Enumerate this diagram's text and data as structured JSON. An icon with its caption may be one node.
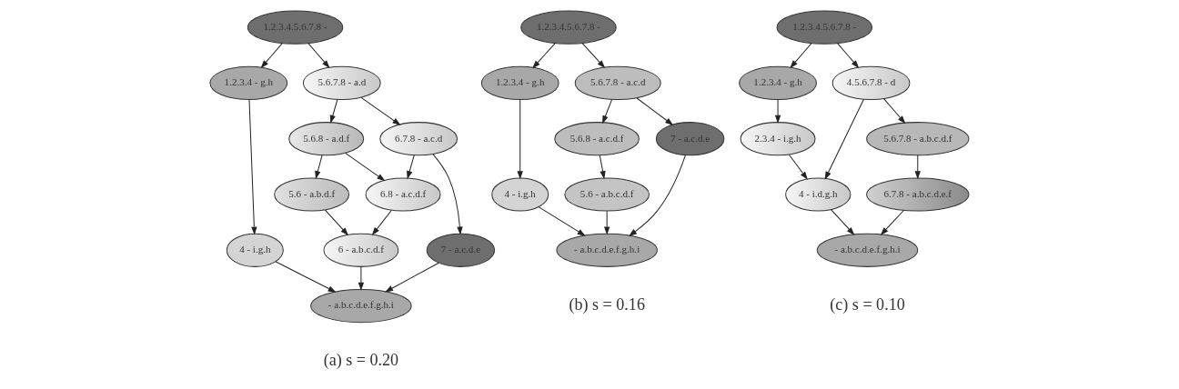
{
  "diagram": {
    "nodes": [
      {
        "text": [
          "1.2.3.4.5.6.7.8 -"
        ]
      },
      {
        "text": [
          "1.2.3.4 - g.h"
        ]
      },
      {
        "text": [
          "5.6.7.8 - a.d"
        ]
      },
      {
        "text": [
          "5.6.8 - a.d.f"
        ]
      },
      {
        "text": [
          "6.7.8 - a.c.d"
        ]
      },
      {
        "text": [
          "5.6 - a.b.d.f"
        ]
      },
      {
        "text": [
          "6.8 - a.c.d.f"
        ]
      },
      {
        "text": [
          "4 - i.g.h"
        ]
      },
      {
        "text": [
          "6 - a.b.c.d.f"
        ]
      },
      {
        "text": [
          "7 - a.c.d.e"
        ]
      },
      {
        "text": [
          "- a.b.c.d.e.f.g.h.i"
        ]
      },
      {
        "text": [
          "1.2.3.4.5.6.7.8 -"
        ]
      },
      {
        "text": [
          "1.2.3.4 - g.h"
        ]
      },
      {
        "text": [
          "5.6.7.8 - a.c.d"
        ]
      },
      {
        "text": [
          "5.6.8 - a.c.d.f"
        ]
      },
      {
        "text": [
          "5.6 - a.b.c.d.f"
        ]
      },
      {
        "text": [
          "4 - i.g.h"
        ]
      },
      {
        "text": [
          "7 - a.c.d.e"
        ]
      },
      {
        "text": [
          "- a.b.c.d.e.f.g.h.i"
        ]
      },
      {
        "text": [
          "1.2.3.4.5.6.7.8 -"
        ]
      },
      {
        "text": [
          "1.2.3.4 - g.h"
        ]
      },
      {
        "text": [
          "4.5.6.7.8 - d"
        ]
      },
      {
        "text": [
          "2.3.4 - i.g.h"
        ]
      },
      {
        "text": [
          "5.6.7.8 - a.b.c.d.f"
        ]
      },
      {
        "text": [
          "4 - i.d.g.h"
        ]
      },
      {
        "text": [
          "6.7.8 - a.b.c.d.e.f"
        ]
      },
      {
        "text": [
          "- a.b.c.d.e.f.g.h.i"
        ]
      }
    ],
    "edges": [
      {
        "from": 0,
        "to": 1,
        "arrow": "to"
      },
      {
        "from": 0,
        "to": 2,
        "arrow": "to"
      },
      {
        "from": 1,
        "to": 7,
        "arrow": "to"
      },
      {
        "from": 2,
        "to": 3,
        "arrow": "to"
      },
      {
        "from": 2,
        "to": 4,
        "arrow": "to"
      },
      {
        "from": 3,
        "to": 5,
        "arrow": "to"
      },
      {
        "from": 3,
        "to": 6,
        "arrow": "to"
      },
      {
        "from": 4,
        "to": 6,
        "arrow": "to"
      },
      {
        "from": 4,
        "to": 9,
        "arrow": "to"
      },
      {
        "from": 5,
        "to": 8,
        "arrow": "to"
      },
      {
        "from": 6,
        "to": 8,
        "arrow": "to"
      },
      {
        "from": 7,
        "to": 10,
        "arrow": "to"
      },
      {
        "from": 8,
        "to": 10,
        "arrow": "to"
      },
      {
        "from": 9,
        "to": 10,
        "arrow": "to"
      },
      {
        "from": 11,
        "to": 12,
        "arrow": "to"
      },
      {
        "from": 11,
        "to": 13,
        "arrow": "to"
      },
      {
        "from": 12,
        "to": 16,
        "arrow": "to"
      },
      {
        "from": 13,
        "to": 14,
        "arrow": "to"
      },
      {
        "from": 13,
        "to": 17,
        "arrow": "to"
      },
      {
        "from": 14,
        "to": 15,
        "arrow": "to"
      },
      {
        "from": 15,
        "to": 18,
        "arrow": "to"
      },
      {
        "from": 16,
        "to": 18,
        "arrow": "to"
      },
      {
        "from": 17,
        "to": 18,
        "arrow": "to"
      },
      {
        "from": 19,
        "to": 20,
        "arrow": "to"
      },
      {
        "from": 19,
        "to": 21,
        "arrow": "to"
      },
      {
        "from": 20,
        "to": 22,
        "arrow": "to"
      },
      {
        "from": 21,
        "to": 24,
        "arrow": "to"
      },
      {
        "from": 21,
        "to": 23,
        "arrow": "to"
      },
      {
        "from": 22,
        "to": 24,
        "arrow": "to"
      },
      {
        "from": 23,
        "to": 25,
        "arrow": "to"
      },
      {
        "from": 24,
        "to": 26,
        "arrow": "to"
      },
      {
        "from": 25,
        "to": 26,
        "arrow": "to"
      }
    ],
    "labels": [
      "(a) s = 0.20",
      "(b) s = 0.16",
      "(c) s = 0.10"
    ]
  }
}
